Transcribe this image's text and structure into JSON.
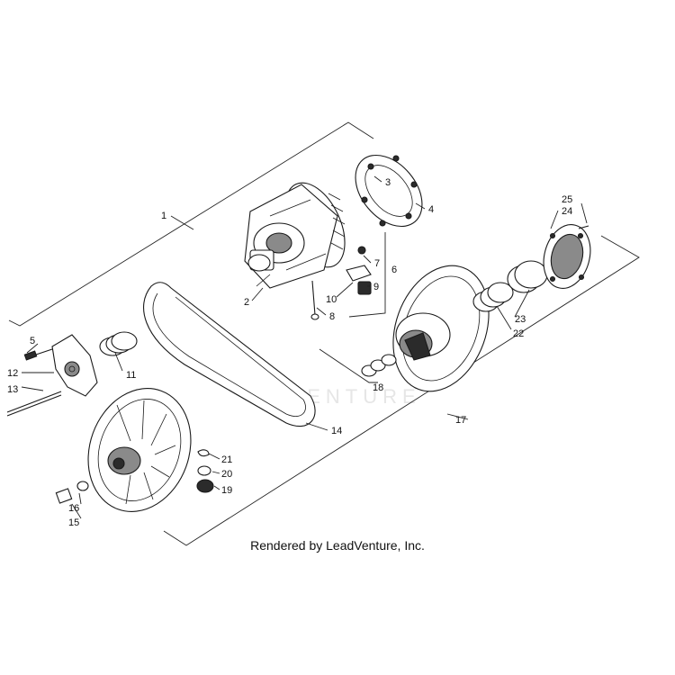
{
  "footer": {
    "credit": "Rendered by LeadVenture, Inc."
  },
  "watermark": {
    "text": "ADVENTURE"
  },
  "callouts": [
    {
      "id": "1",
      "label": "1"
    },
    {
      "id": "2",
      "label": "2"
    },
    {
      "id": "3",
      "label": "3"
    },
    {
      "id": "4",
      "label": "4"
    },
    {
      "id": "5",
      "label": "5"
    },
    {
      "id": "6",
      "label": "6"
    },
    {
      "id": "7",
      "label": "7"
    },
    {
      "id": "8",
      "label": "8"
    },
    {
      "id": "9",
      "label": "9"
    },
    {
      "id": "10",
      "label": "10"
    },
    {
      "id": "11",
      "label": "11"
    },
    {
      "id": "12",
      "label": "12"
    },
    {
      "id": "13",
      "label": "13"
    },
    {
      "id": "14",
      "label": "14"
    },
    {
      "id": "15",
      "label": "15"
    },
    {
      "id": "16",
      "label": "16"
    },
    {
      "id": "17",
      "label": "17"
    },
    {
      "id": "18",
      "label": "18"
    },
    {
      "id": "19",
      "label": "19"
    },
    {
      "id": "20",
      "label": "20"
    },
    {
      "id": "21",
      "label": "21"
    },
    {
      "id": "22",
      "label": "22"
    },
    {
      "id": "23",
      "label": "23"
    },
    {
      "id": "24",
      "label": "24"
    },
    {
      "id": "25",
      "label": "25"
    }
  ]
}
